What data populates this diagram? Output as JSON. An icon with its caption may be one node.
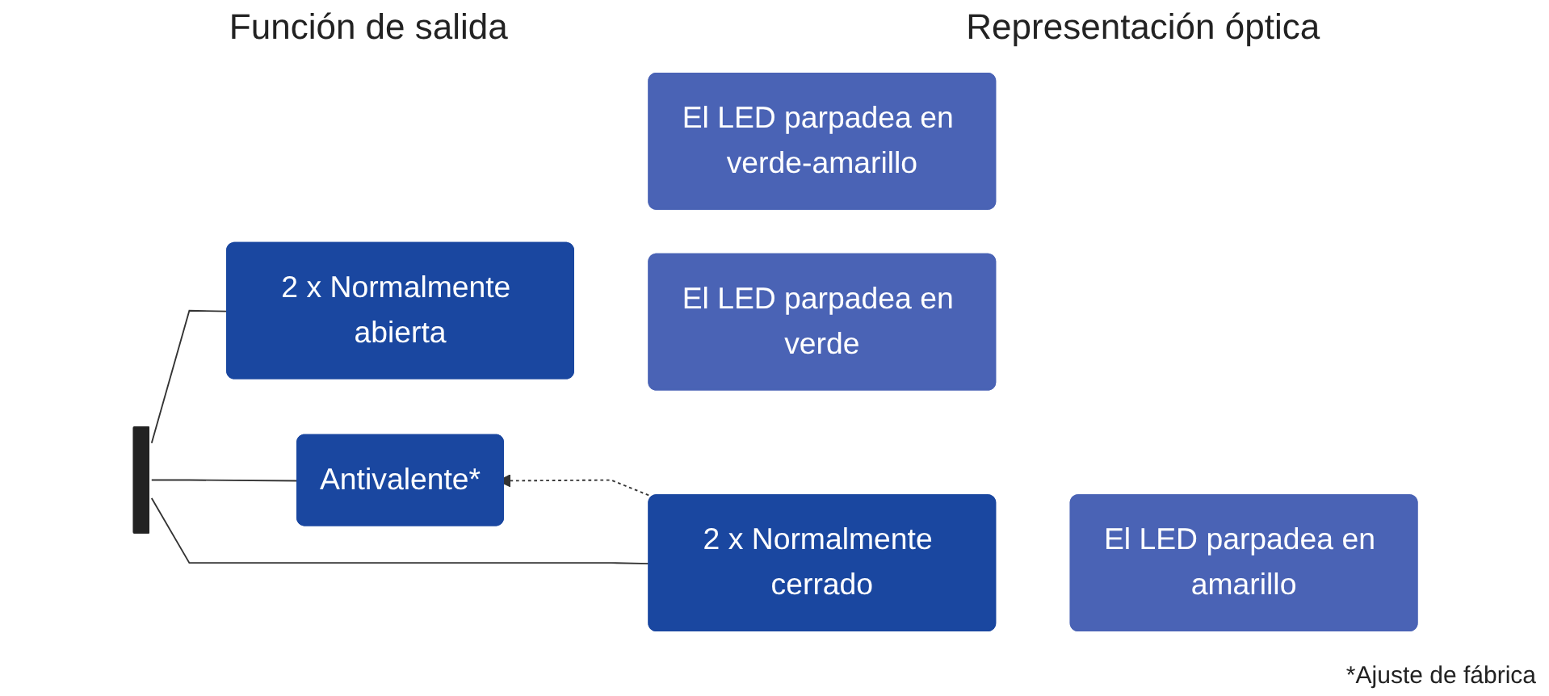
{
  "diagram": {
    "caption": "*Ajuste de fábrica",
    "nodes": [
      {
        "text": [],
        "shape": "bar"
      },
      {
        "text": [
          "Antivalente*"
        ]
      },
      {
        "text": [
          "El LED parpadea en verde-amarillo"
        ]
      },
      {
        "text": [
          "2 x Normalmente abierta"
        ]
      },
      {
        "text": [
          "El LED parpadea en verde"
        ]
      },
      {
        "text": [
          "2 x Normalmente cerrado"
        ]
      },
      {
        "text": [
          "El LED parpadea en amarillo"
        ]
      }
    ],
    "edges": [
      {
        "from": 0,
        "to": 1,
        "arrow": "none"
      },
      {
        "from": 0,
        "to": 3,
        "arrow": "none"
      },
      {
        "from": 0,
        "to": 5,
        "arrow": "none"
      },
      {
        "from": 5,
        "to": 1,
        "arrow": "to",
        "style": "dashed"
      }
    ],
    "labels": [
      "Función de salida",
      "Representación óptica"
    ]
  }
}
